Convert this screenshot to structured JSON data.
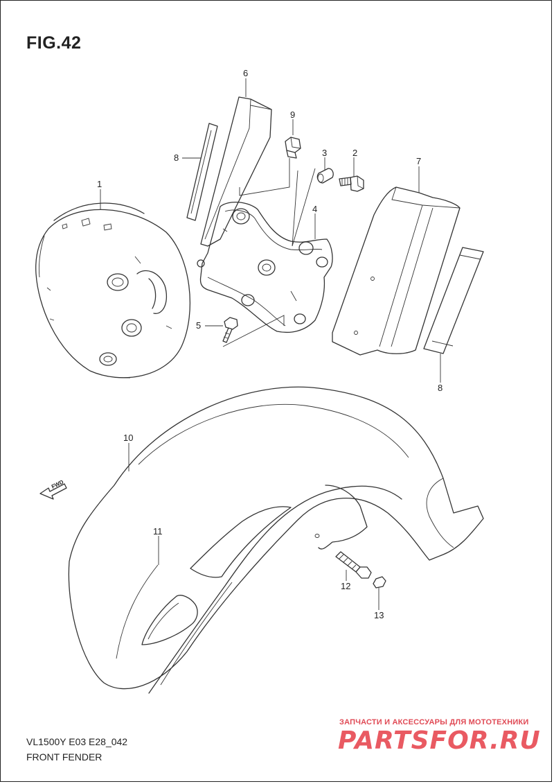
{
  "figure": {
    "title": "FIG.42",
    "model_code": "VL1500Y E03 E28_042",
    "section_name": "FRONT FENDER"
  },
  "direction_marker": {
    "label": "FWD",
    "icon": "fwd-arrow-icon"
  },
  "callouts": {
    "c1": "1",
    "c2": "2",
    "c3": "3",
    "c4": "4",
    "c5": "5",
    "c6": "6",
    "c7": "7",
    "c8a": "8",
    "c8b": "8",
    "c9": "9",
    "c10": "10",
    "c11": "11",
    "c12": "12",
    "c13": "13"
  },
  "watermark": {
    "tagline": "ЗАПЧАСТИ И АКСЕССУАРЫ ДЛЯ МОТОТЕХНИКИ",
    "brand": "PARTSFOR.RU",
    "color": "#e95a62"
  }
}
